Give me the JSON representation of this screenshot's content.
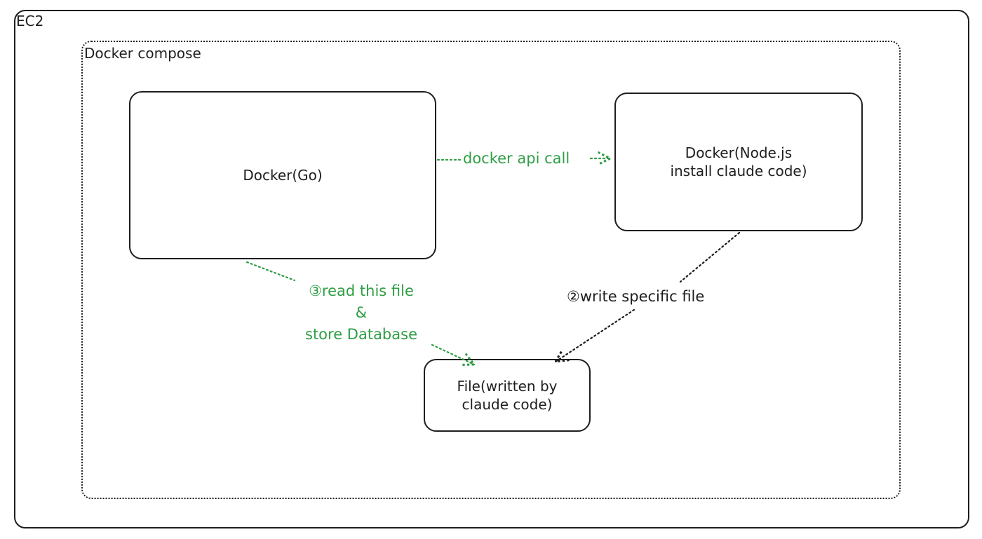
{
  "diagram": {
    "ec2_label": "EC2",
    "compose_label": "Docker compose",
    "nodes": {
      "go": "Docker(Go)",
      "nodejs": "Docker(Node.js\ninstall claude code)",
      "file": "File(written by\nclaude code)"
    },
    "edges": {
      "api_call": "docker api call",
      "write_file": "②write specific file",
      "read_file": "③read this file\n&\nstore Database"
    },
    "colors": {
      "stroke": "#1e1e1e",
      "accent_green": "#2f9e44",
      "background": "#ffffff"
    }
  }
}
